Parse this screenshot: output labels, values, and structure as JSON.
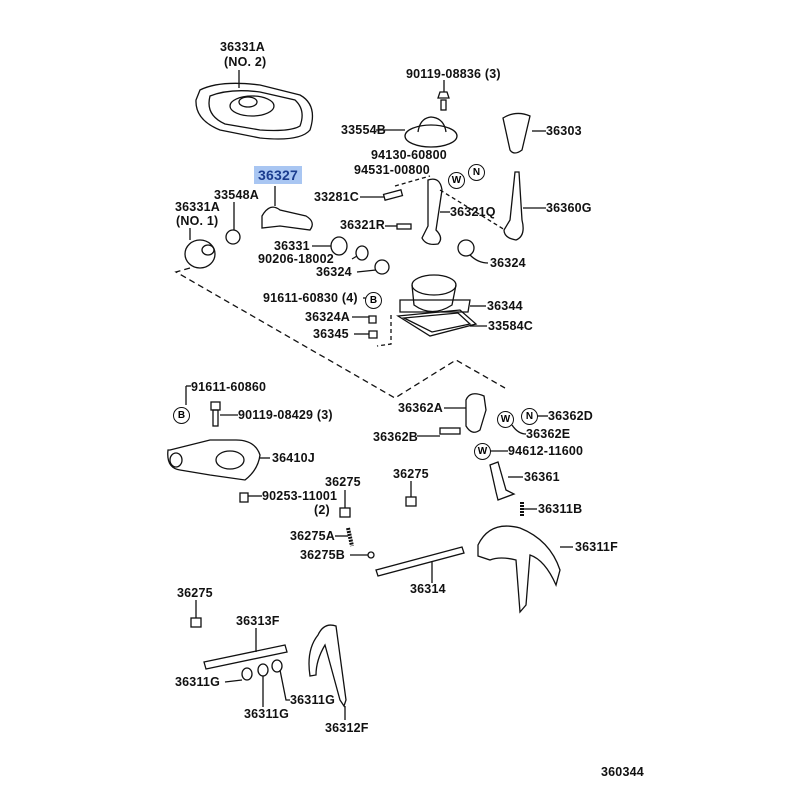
{
  "diagram_id": "360344",
  "highlighted_part": "36327",
  "highlight_color": "#a9c6f2",
  "symbols": {
    "N": "N",
    "W": "W",
    "B": "B"
  },
  "labels": [
    "36331A",
    "(NO. 2)",
    "90119-08836 (3)",
    "33554B",
    "36303",
    "94130-60800",
    "94531-00800",
    "36327",
    "33548A",
    "36331A",
    "(NO. 1)",
    "33281C",
    "36321Q",
    "36360G",
    "36321R",
    "36331",
    "90206-18002",
    "36324",
    "36324",
    "91611-60830 (4)",
    "36344",
    "36324A",
    "33584C",
    "36345",
    "91611-60860",
    "90119-08429 (3)",
    "36362A",
    "36362D",
    "36362B",
    "36362E",
    "94612-11600",
    "36410J",
    "36275",
    "(2)",
    "36275",
    "36361",
    "90253-11001",
    "36311B",
    "36275A",
    "36275B",
    "36311F",
    "36314",
    "36275",
    "36313F",
    "36311G",
    "36311G",
    "36311G",
    "36312F",
    "360344"
  ]
}
